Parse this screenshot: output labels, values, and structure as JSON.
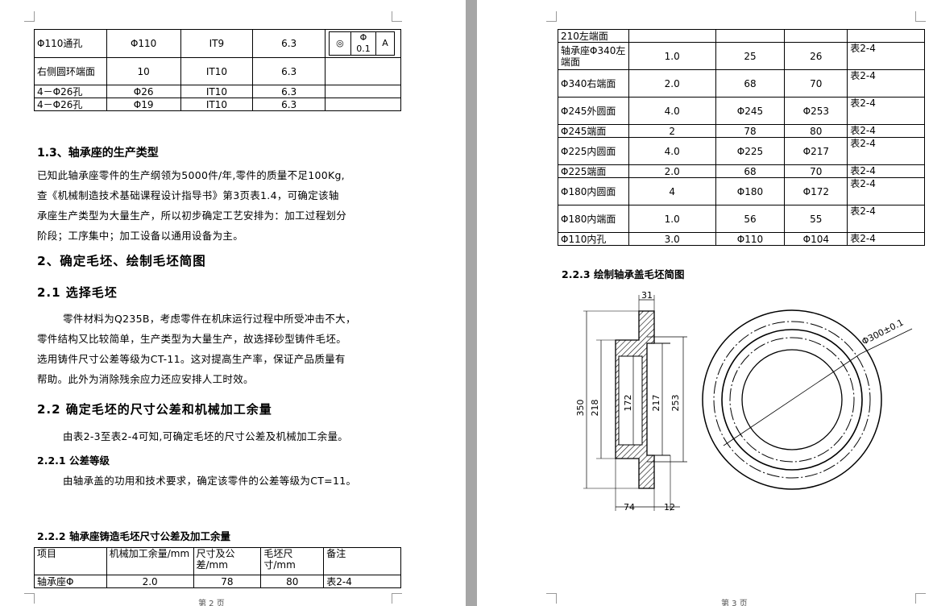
{
  "left_page": {
    "tolerance_table": {
      "rows": [
        [
          "Φ110通孔",
          "Φ110",
          "IT9",
          "6.3"
        ],
        [
          "右侧圆环端面",
          "10",
          "IT10",
          "6.3"
        ],
        [
          "4－Φ26孔",
          "Φ26",
          "IT10",
          "6.3"
        ],
        [
          "4－Φ26孔",
          "Φ19",
          "IT10",
          "6.3"
        ]
      ],
      "gdt": {
        "symbol": "◎",
        "value": "Φ 0.1",
        "datum": "A"
      }
    },
    "h_1_3": "1.3、轴承座的生产类型",
    "p_1_3": [
      "已知此轴承座零件的生产纲领为5000件/年,零件的质量不足100Kg,",
      "查《机械制造技术基础课程设计指导书》第3页表1.4，可确定该轴",
      "承座生产类型为大量生产，所以初步确定工艺安排为：加工过程划分",
      "阶段；工序集中；加工设备以通用设备为主。"
    ],
    "h_2": "2、确定毛坯、绘制毛坯简图",
    "h_2_1": "2.1 选择毛坯",
    "p_2_1": [
      "零件材料为Q235B，考虑零件在机床运行过程中所受冲击不大，",
      "零件结构又比较简单，生产类型为大量生产，故选择砂型铸件毛坯。",
      "选用铸件尺寸公差等级为CT-11。这对提高生产率，保证产品质量有",
      "帮助。此外为消除残余应力还应安排人工时效。"
    ],
    "h_2_2": "2.2 确定毛坯的尺寸公差和机械加工余量",
    "p_2_2": "由表2-3至表2-4可知,可确定毛坯的尺寸公差及机械加工余量。",
    "h_2_2_1": "2.2.1 公差等级",
    "p_2_2_1": "由轴承盖的功用和技术要求，确定该零件的公差等级为CT=11。",
    "h_2_2_2": "2.2.2 轴承座铸造毛坯尺寸公差及加工余量",
    "allowance_table": {
      "headers": [
        "项目",
        "机械加工余量/mm",
        "尺寸及公差/mm",
        "毛坯尺寸/mm",
        "备注"
      ],
      "rows": [
        [
          "轴承座Φ",
          "2.0",
          "78",
          "80",
          "表2-4"
        ]
      ]
    },
    "footer": "第 2 页"
  },
  "right_page": {
    "allowance_table_cont": {
      "rows": [
        [
          "210左端面",
          "",
          "",
          "",
          ""
        ],
        [
          "轴承座Φ340左端面",
          "1.0",
          "25",
          "26",
          "表2-4"
        ],
        [
          "Φ340右端面",
          "2.0",
          "68",
          "70",
          "表2-4"
        ],
        [
          "Φ245外圆面",
          "4.0",
          "Φ245",
          "Φ253",
          "表2-4"
        ],
        [
          "Φ245端面",
          "2",
          "78",
          "80",
          "表2-4"
        ],
        [
          "Φ225内圆面",
          "4.0",
          "Φ225",
          "Φ217",
          "表2-4"
        ],
        [
          "Φ225端面",
          "2.0",
          "68",
          "70",
          "表2-4"
        ],
        [
          "Φ180内圆面",
          "4",
          "Φ180",
          "Φ172",
          "表2-4"
        ],
        [
          "Φ180内端面",
          "1.0",
          "56",
          "55",
          "表2-4"
        ],
        [
          "Φ110内孔",
          "3.0",
          "Φ110",
          "Φ104",
          "表2-4"
        ]
      ]
    },
    "h_2_2_3": "2.2.3 绘制轴承盖毛坯简图",
    "drawing": {
      "dims": {
        "top": "31",
        "outer": "350",
        "d218": "218",
        "d172": "172",
        "d217": "217",
        "d253": "253",
        "bottom": "74",
        "flange": "12",
        "diameter": "Φ300±0.1"
      }
    },
    "footer": "第 3 页"
  }
}
